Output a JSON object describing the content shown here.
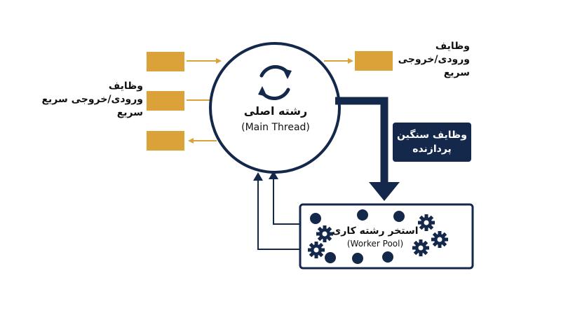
{
  "main_thread": {
    "title": "رشته اصلی",
    "subtitle": "(Main Thread)"
  },
  "fast_io_left": {
    "line1": "وظایف",
    "line2": "ورودی/خروجی سریع",
    "line3": "سریع"
  },
  "fast_io_right": {
    "line1": "وظایف",
    "line2": "ورودی/خروجی",
    "line3": "سریع"
  },
  "heavy_tasks": {
    "line1": "وظایف سنگین",
    "line2": "پردازنده"
  },
  "worker_pool": {
    "title": "استخر رشته کاری",
    "subtitle": "(Worker Pool)"
  },
  "colors": {
    "navy": "#14284b",
    "orange": "#dca23a",
    "white": "#ffffff"
  },
  "icons": [
    "refresh-icon",
    "gear-icon"
  ]
}
